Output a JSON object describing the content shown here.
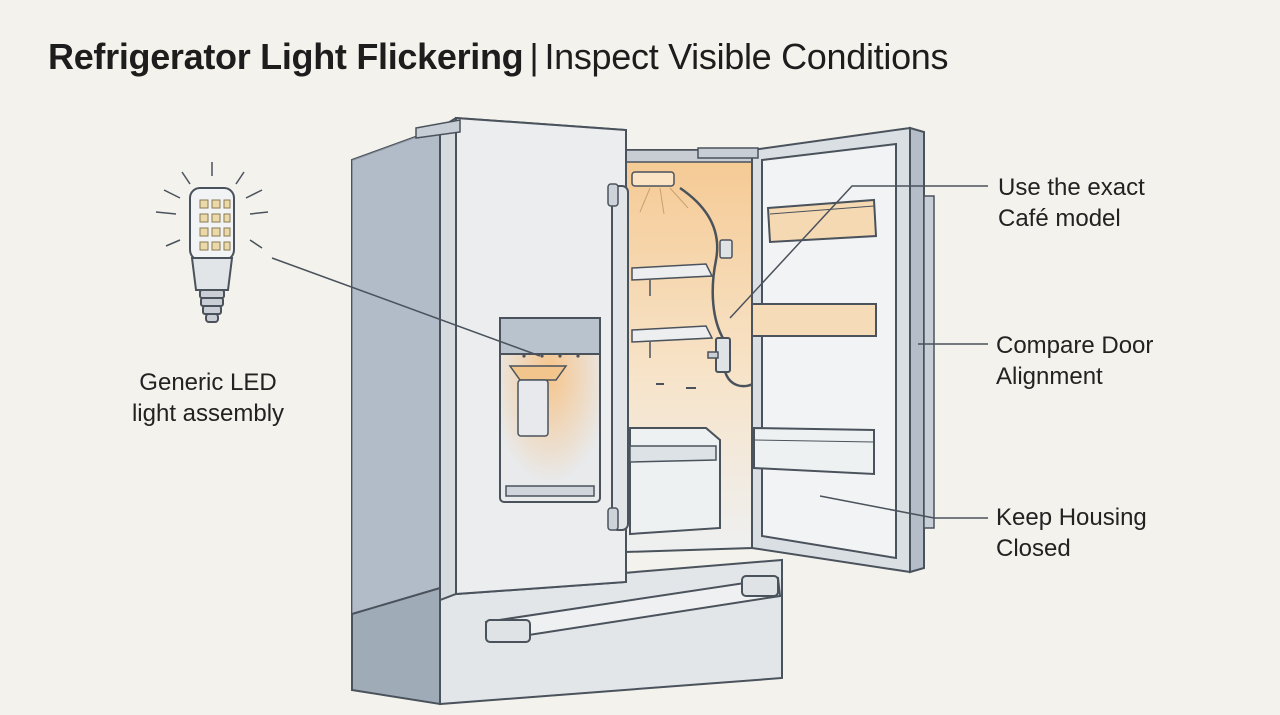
{
  "header": {
    "title_bold": "Refrigerator Light Flickering",
    "separator": "|",
    "title_rest": "Inspect Visible Conditions"
  },
  "callouts": {
    "generic_led": {
      "line1": "Generic LED",
      "line2": "light assembly"
    },
    "exact_model": {
      "line1": "Use the exact",
      "line2": "Café model"
    },
    "door_alignment": {
      "line1": "Compare Door",
      "line2": "Alignment"
    },
    "housing_closed": {
      "line1": "Keep Housing",
      "line2": "Closed"
    }
  },
  "colors": {
    "background": "#f3f2ec",
    "outline": "#4a525c",
    "steel_light": "#e8eaec",
    "steel_shadow": "#a9b3c0",
    "interior_glow": "#f7d6ac"
  }
}
